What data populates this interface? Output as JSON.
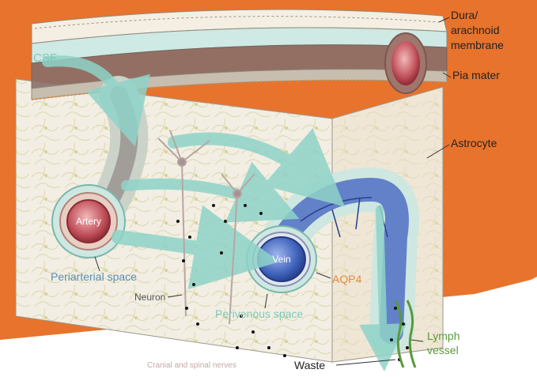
{
  "labels": {
    "dura_line1": "Dura/",
    "dura_line2": "arachnoid",
    "dura_line3": "membrane",
    "pia": "Pia mater",
    "csf": "CSF",
    "astrocyte": "Astrocyte",
    "artery": "Artery",
    "vein": "Vein",
    "periarterial": "Periarterial space",
    "perivenous": "Perivenous space",
    "aqp4": "AQP4",
    "neuron": "Neuron",
    "lymph_line1": "Lymph",
    "lymph_line2": "vessel",
    "nerves": "Cranial and spinal nerves",
    "waste": "Waste"
  },
  "colors": {
    "banner": "#e8732c",
    "csf_flow": "#8fd3c8",
    "artery": "#b9404a",
    "vein": "#3c5fb8",
    "tissue": "#f1ece0",
    "lymph": "#5a9a3a",
    "aqp4": "#e08a3a"
  }
}
